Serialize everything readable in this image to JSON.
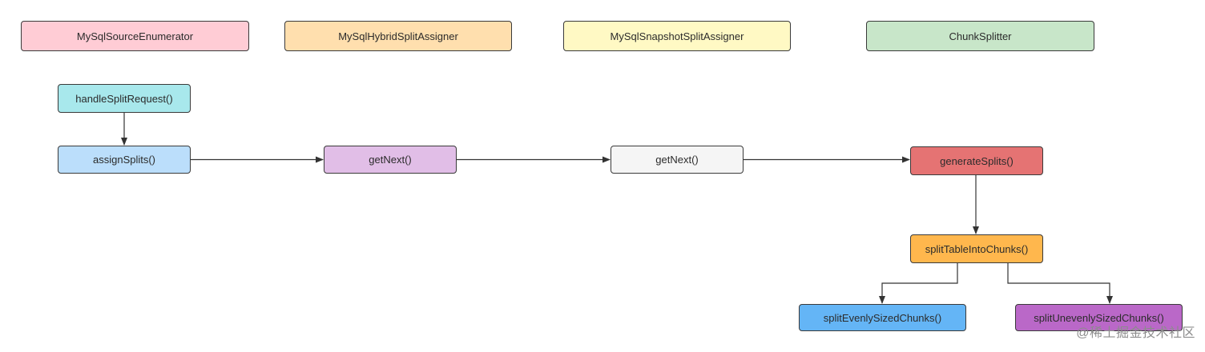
{
  "lanes": [
    {
      "id": "enumerator",
      "label": "MySqlSourceEnumerator",
      "color": "#ffccd5"
    },
    {
      "id": "hybrid",
      "label": "MySqlHybridSplitAssigner",
      "color": "#ffdfae"
    },
    {
      "id": "snapshot",
      "label": "MySqlSnapshotSplitAssigner",
      "color": "#fff9c4"
    },
    {
      "id": "chunk",
      "label": "ChunkSplitter",
      "color": "#c8e6c9"
    }
  ],
  "nodes": [
    {
      "id": "handleSplitRequest",
      "label": "handleSplitRequest()",
      "color": "#a8e8ec"
    },
    {
      "id": "assignSplits",
      "label": "assignSplits()",
      "color": "#bbdefb"
    },
    {
      "id": "getNextHybrid",
      "label": "getNext()",
      "color": "#e1bee7"
    },
    {
      "id": "getNextSnapshot",
      "label": "getNext()",
      "color": "#f5f5f5"
    },
    {
      "id": "generateSplits",
      "label": "generateSplits()",
      "color": "#e57373"
    },
    {
      "id": "splitTableIntoChunks",
      "label": "splitTableIntoChunks()",
      "color": "#ffb74d"
    },
    {
      "id": "splitEvenlySizedChunks",
      "label": "splitEvenlySizedChunks()",
      "color": "#64b5f6"
    },
    {
      "id": "splitUnevenlySizedChunks",
      "label": "splitUnevenlySizedChunks()",
      "color": "#ba68c8"
    }
  ],
  "edges": [
    {
      "from": "handleSplitRequest",
      "to": "assignSplits"
    },
    {
      "from": "assignSplits",
      "to": "getNextHybrid"
    },
    {
      "from": "getNextHybrid",
      "to": "getNextSnapshot"
    },
    {
      "from": "getNextSnapshot",
      "to": "generateSplits"
    },
    {
      "from": "generateSplits",
      "to": "splitTableIntoChunks"
    },
    {
      "from": "splitTableIntoChunks",
      "to": "splitEvenlySizedChunks"
    },
    {
      "from": "splitTableIntoChunks",
      "to": "splitUnevenlySizedChunks"
    }
  ],
  "watermark": "@稀土掘金技术社区"
}
